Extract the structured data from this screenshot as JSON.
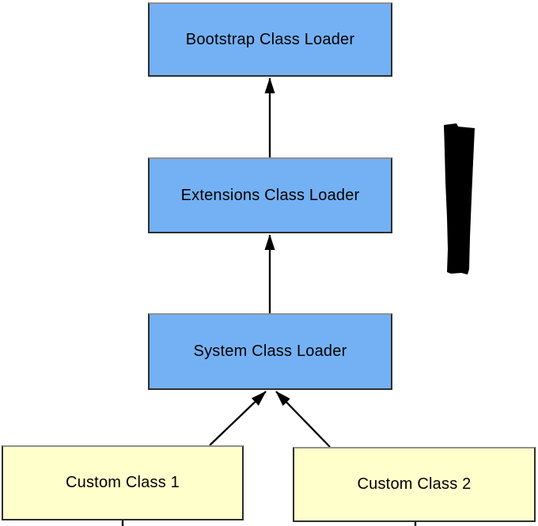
{
  "diagram": {
    "type": "flow-diagram",
    "subject": "class loader hierarchy",
    "nodes": [
      {
        "id": "bootstrap",
        "label": "Bootstrap Class Loader",
        "fill": "blue"
      },
      {
        "id": "extensions",
        "label": "Extensions Class Loader",
        "fill": "blue"
      },
      {
        "id": "system",
        "label": "System Class Loader",
        "fill": "blue"
      },
      {
        "id": "custom1",
        "label": "Custom Class 1",
        "fill": "yellow"
      },
      {
        "id": "custom2",
        "label": "Custom Class 2",
        "fill": "yellow"
      }
    ],
    "edges": [
      {
        "from": "Extensions Class Loader",
        "to": "Bootstrap Class Loader",
        "style": "arrow-up"
      },
      {
        "from": "System Class Loader",
        "to": "Extensions Class Loader",
        "style": "arrow-up"
      },
      {
        "from": "Custom Class 1",
        "to": "System Class Loader",
        "style": "arrow-up"
      },
      {
        "from": "Custom Class 2",
        "to": "System Class Loader",
        "style": "arrow-up"
      }
    ],
    "annotations": [
      {
        "id": "ink-mark",
        "description": "solid black tapered ink mark right of Extensions Class Loader"
      }
    ]
  },
  "colors": {
    "node-blue": "#74b1f4",
    "node-yellow": "#ffffcc",
    "node-border": "#2e2e2e",
    "node-border-top": "#919191",
    "connector": "#000000",
    "ink-mark": "#000000",
    "text": "#000000",
    "background": "#ffffff"
  }
}
